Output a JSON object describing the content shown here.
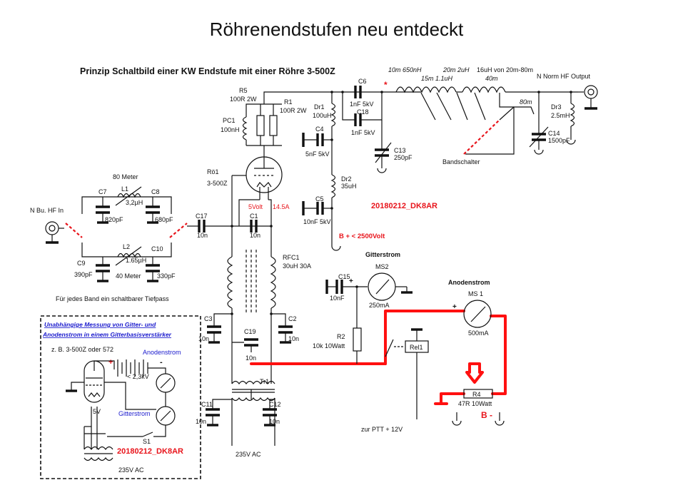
{
  "title": "Röhrenendstufen neu entdeckt",
  "subtitle": "Prinzip Schaltbild einer KW Endstufe mit einer Röhre 3-500Z",
  "labels": {
    "input": "N Bu. HF In",
    "output": "N Norm HF Output",
    "band80": "80 Meter",
    "band40": "40 Meter",
    "lowpass_note": "Für jedes Band ein schaltbarer Tiefpass",
    "filament_volt": "5Volt",
    "filament_amp": "14.5A",
    "hv": "B + < 2500Volt",
    "author": "20180212_DK8AR",
    "star": "*",
    "bandswitch": "Bandschalter",
    "mains": "235V AC",
    "grid_current": "Gitterstrom",
    "anode_current": "Anodenstrom",
    "plus": "+",
    "minus": "-",
    "ptt": "zur PTT + 12V",
    "bminus": "B -"
  },
  "taps": {
    "t10m": "10m 650nH",
    "t15m": "15m 1.1uH",
    "t20m": "20m 2uH",
    "t16u": "16uH von 20m-80m",
    "t40m": "40m",
    "t80m": "80m"
  },
  "components": {
    "C7": "C7",
    "C7_val": "820pF",
    "L1": "L1",
    "L1_val": "3,2µH",
    "C8": "C8",
    "C8_val": "680pF",
    "L2": "L2",
    "L2_val": "1.65µH",
    "C10": "C10",
    "C10_val": "330pF",
    "C9": "C9",
    "C9_val": "390pF",
    "C17": "C17",
    "C17_val": "10n",
    "C1": "C1",
    "C1_val": "10n",
    "Ro1": "Rö1",
    "Ro1_val": "3-500Z",
    "R5": "R5",
    "R5_val": "100R 2W",
    "R1": "R1",
    "R1_val": "100R 2W",
    "PC1": "PC1",
    "PC1_val": "100nH",
    "Dr1": "Dr1",
    "Dr1_val": "100uH",
    "C4": "C4",
    "C4_val": "5nF 5kV",
    "Dr2": "Dr2",
    "Dr2_val": "35uH",
    "C5": "C5",
    "C5_val": "10nF 5kV",
    "C6": "C6",
    "C6_val": "1nF 5kV",
    "C18": "C18",
    "C18_val": "1nF 5kV",
    "C13": "C13",
    "C13_val": "250pF",
    "C14": "C14",
    "C14_val": "1500pF",
    "Dr3": "Dr3",
    "Dr3_val": "2.5mH",
    "RFC1": "RFC1",
    "RFC1_val": "30uH 30A",
    "C3": "C3",
    "C3_val": "10n",
    "C2": "C2",
    "C2_val": "10n",
    "C19": "C19",
    "C19_val": "10n",
    "Tr1": "Tr1",
    "C11": "C11",
    "C11_val": "10n",
    "C12": "C12",
    "C12_val": "10n",
    "MS2": "MS2",
    "MS2_val": "250mA",
    "C15": "C15",
    "C15_val": "10nF",
    "R2": "R2",
    "R2_val": "10k 10Watt",
    "Rel1": "Rel1",
    "MS1": "MS 1",
    "MS1_val": "500mA",
    "R4": "R4",
    "R4_val": "47R 10Watt"
  },
  "inset": {
    "title1": "Unabhängige Messung von Gitter- und",
    "title2": "Anodenstrom in einem Gitterbasisverstärker",
    "tube_note": "z. B. 3-500Z oder 572",
    "anode": "Anodenstrom",
    "grid": "Gitterstrom",
    "voltage": "< 2,3kV",
    "fil_volt": "5V",
    "s1": "S1",
    "mains": "235V AC"
  },
  "colors": {
    "annotation_red": "#e8141b",
    "highlight_red": "#ff1010",
    "inset_blue": "#1a1acd"
  }
}
